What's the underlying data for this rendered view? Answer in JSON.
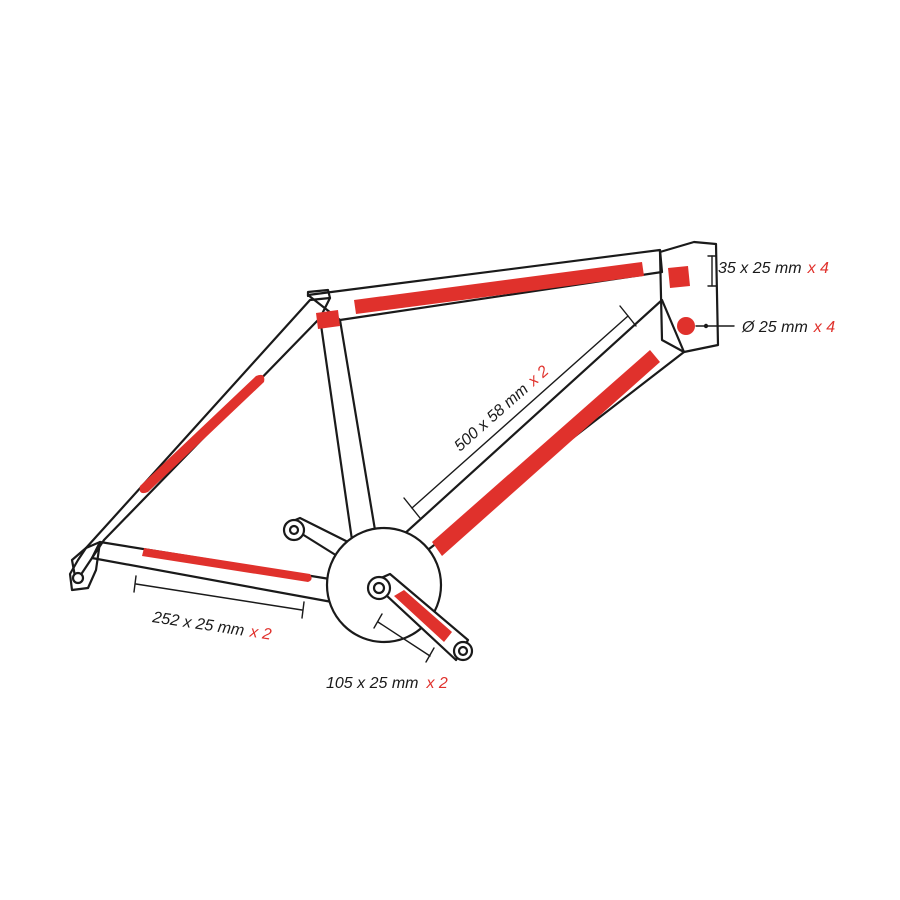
{
  "colors": {
    "sticker": "#e0312c",
    "outline": "#1a1a1a",
    "background": "#ffffff"
  },
  "labels": {
    "head_tube_small": {
      "size": "35 x 25 mm",
      "qty": "x 4"
    },
    "head_tube_dot": {
      "size": "Ø 25 mm",
      "qty": "x 4"
    },
    "down_tube": {
      "size": "500 x 58 mm",
      "qty": "x 2"
    },
    "chainstay": {
      "size": "252 x 25 mm",
      "qty": "x 2"
    },
    "crank": {
      "size": "105 x 25 mm",
      "qty": "x 2"
    }
  }
}
